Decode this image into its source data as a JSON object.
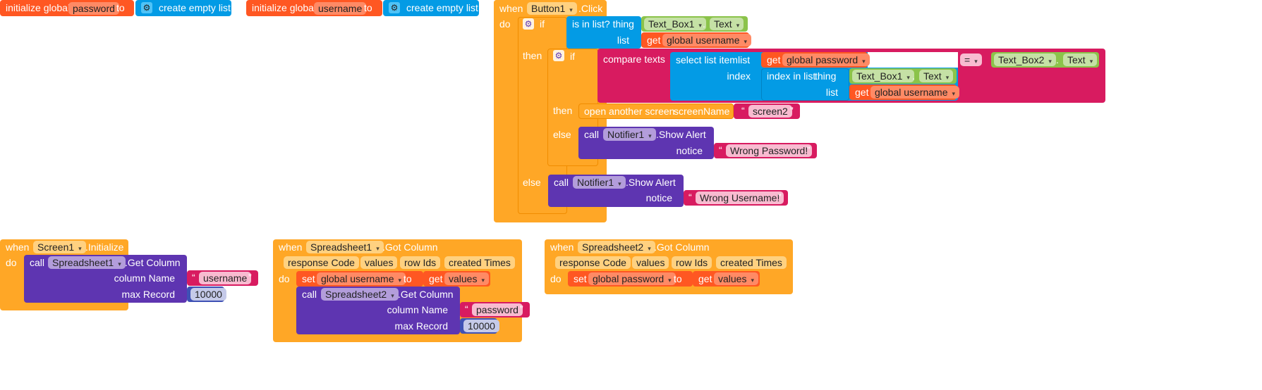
{
  "common": {
    "initialize_global": "initialize global",
    "to": "to",
    "create_empty_list": "create empty list",
    "when": "when",
    "do": "do",
    "if": "if",
    "then": "then",
    "else": "else",
    "call": "call",
    "get": "get",
    "set": "set",
    "list": "list",
    "index": "index",
    "thing": "thing",
    "dot": ".",
    "dropdown": "▾",
    "gear": "⚙",
    "quote_open": "“",
    "quote_close": "”",
    "equals": "="
  },
  "init_password": {
    "var": "password"
  },
  "init_username": {
    "var": "username"
  },
  "button_click": {
    "component": "Button1",
    "event": ".Click",
    "is_in_list": "is in list? thing",
    "tb1": "Text_Box1",
    "text": "Text",
    "get_username": "global username",
    "compare_texts": "compare texts",
    "select_list_item": "select list item",
    "get_password": "global password",
    "index_in_list": "index in list",
    "tb2": "Text_Box2",
    "open_screen": "open another screen",
    "screen_name": "screenName",
    "screen2": "screen2",
    "notifier": "Notifier1",
    "show_alert": ".Show Alert",
    "notice": "notice",
    "wrong_password": "Wrong Password!",
    "wrong_username": "Wrong Username!"
  },
  "screen_init": {
    "component": "Screen1",
    "event": ".Initialize",
    "spreadsheet": "Spreadsheet1",
    "get_column": ".Get Column",
    "column_name": "column Name",
    "max_record": "max Record",
    "username": "username",
    "max": "10000"
  },
  "ss1_got": {
    "component": "Spreadsheet1",
    "event": ".Got Column",
    "p1": "response Code",
    "p2": "values",
    "p3": "row Ids",
    "p4": "created Times",
    "set_var": "global username",
    "get_values": "values",
    "spreadsheet2": "Spreadsheet2",
    "get_column": ".Get Column",
    "column_name": "column Name",
    "max_record": "max Record",
    "password": "password",
    "max": "10000"
  },
  "ss2_got": {
    "component": "Spreadsheet2",
    "event": ".Got Column",
    "p1": "response Code",
    "p2": "values",
    "p3": "row Ids",
    "p4": "created Times",
    "set_var": "global password",
    "get_values": "values"
  }
}
